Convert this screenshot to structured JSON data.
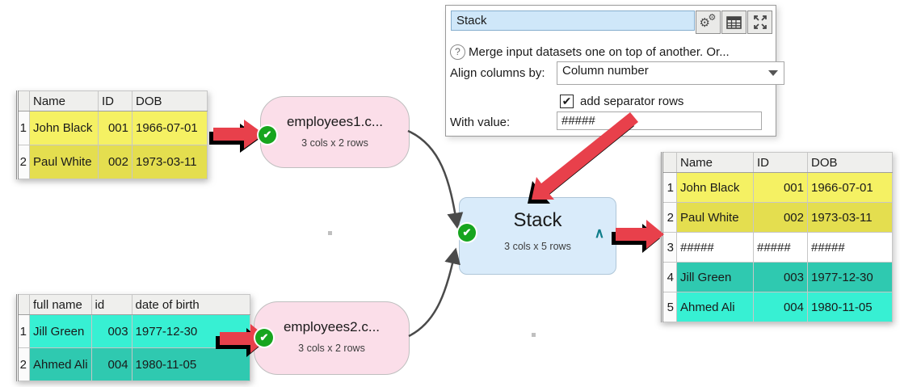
{
  "colors": {
    "accent_red_arrow": "#E8404B",
    "arrow_shadow": "#000000",
    "node_pink": "#FBDEE9",
    "node_blue": "#D9EBFA",
    "status_green": "#17A51E",
    "row_yellow_light": "#F5F163",
    "row_yellow_dark": "#E4DE4F",
    "row_teal_light": "#37F0D3",
    "row_teal_dark": "#2FC9B0",
    "panel_title_bg": "#CFE7F9",
    "caret_teal": "#0E7D8A"
  },
  "icons": {
    "check": "✔",
    "caret": "∧",
    "gear": "⚙",
    "help": "?"
  },
  "panel": {
    "title_value": "Stack",
    "buttons": [
      {
        "name": "settings",
        "icon": "gears-icon"
      },
      {
        "name": "view-table",
        "icon": "table-icon"
      },
      {
        "name": "fullscreen",
        "icon": "expand-icon"
      }
    ],
    "help_text": "Merge input datasets one on top of another. Or...",
    "align_label": "Align columns by:",
    "align_value": "Column number",
    "separator_checkbox": {
      "checked": true,
      "label": "add separator rows"
    },
    "with_value_label": "With value:",
    "with_value": "#####"
  },
  "nodes": {
    "employees1": {
      "title": "employees1.c...",
      "subtitle": "3 cols x 2 rows"
    },
    "employees2": {
      "title": "employees2.c...",
      "subtitle": "3 cols x 2 rows"
    },
    "stack": {
      "title": "Stack",
      "subtitle": "3 cols x 5 rows"
    }
  },
  "tables": {
    "source1": {
      "headers": [
        "Name",
        "ID",
        "DOB"
      ],
      "rows": [
        {
          "num": "1",
          "cells": [
            "John Black",
            "001",
            "1966-07-01"
          ],
          "highlight": "yellow-light"
        },
        {
          "num": "2",
          "cells": [
            "Paul White",
            "002",
            "1973-03-11"
          ],
          "highlight": "yellow-dark"
        }
      ]
    },
    "source2": {
      "headers": [
        "full name",
        "id",
        "date of birth"
      ],
      "rows": [
        {
          "num": "1",
          "cells": [
            "Jill Green",
            "003",
            "1977-12-30"
          ],
          "highlight": "teal-light"
        },
        {
          "num": "2",
          "cells": [
            "Ahmed Ali",
            "004",
            "1980-11-05"
          ],
          "highlight": "teal-dark"
        }
      ]
    },
    "result": {
      "headers": [
        "Name",
        "ID",
        "DOB"
      ],
      "rows": [
        {
          "num": "1",
          "cells": [
            "John Black",
            "001",
            "1966-07-01"
          ],
          "highlight": "yellow-light"
        },
        {
          "num": "2",
          "cells": [
            "Paul White",
            "002",
            "1973-03-11"
          ],
          "highlight": "yellow-dark"
        },
        {
          "num": "3",
          "cells": [
            "#####",
            "#####",
            "#####"
          ],
          "highlight": "none"
        },
        {
          "num": "4",
          "cells": [
            "Jill Green",
            "003",
            "1977-12-30"
          ],
          "highlight": "teal-dark"
        },
        {
          "num": "5",
          "cells": [
            "Ahmed Ali",
            "004",
            "1980-11-05"
          ],
          "highlight": "teal-light"
        }
      ]
    }
  }
}
